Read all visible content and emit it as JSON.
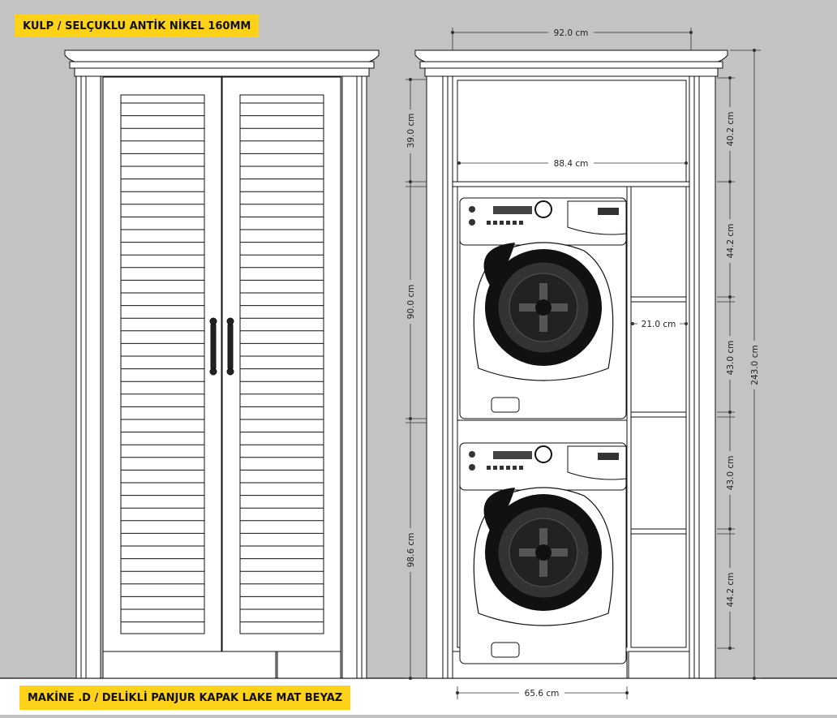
{
  "labels": {
    "top": "KULP / SELÇUKLU ANTİK NİKEL 160MM",
    "bottom": "MAKİNE .D / DELİKLİ PANJUR KAPAK LAKE MAT BEYAZ"
  },
  "dimensions": {
    "total_width": "92.0 cm",
    "inner_width": "88.4 cm",
    "shelf_depth": "21.0 cm",
    "base_width": "65.6 cm",
    "left_top": "39.0 cm",
    "left_middle": "90.0 cm",
    "left_bottom": "98.6 cm",
    "right_1": "40.2 cm",
    "right_2": "44.2 cm",
    "right_3": "43.0 cm",
    "right_4": "43.0 cm",
    "right_5": "44.2 cm",
    "total_height": "243.0 cm"
  },
  "colors": {
    "background": "#c3c3c3",
    "label_bg": "#ffd21a",
    "cabinet": "#ffffff",
    "line": "#111111"
  }
}
